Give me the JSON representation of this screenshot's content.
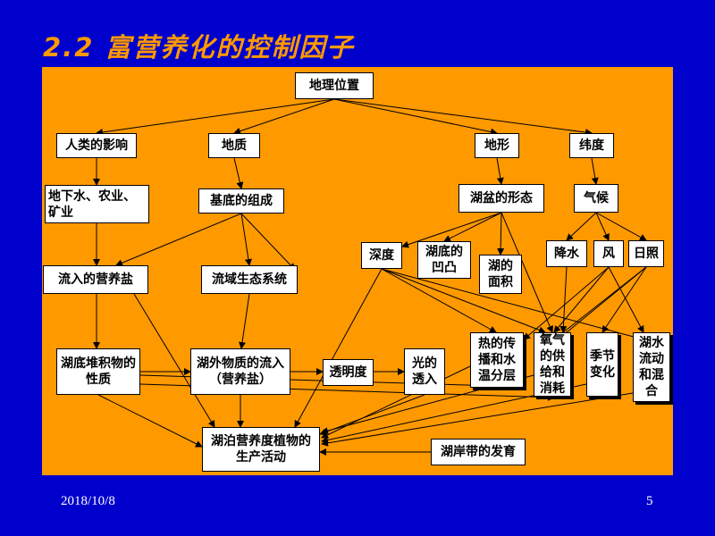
{
  "title": "2.2 富营养化的控制因子",
  "nodes": {
    "geo_location": "地理位置",
    "human_influence": "人类的影响",
    "geology": "地质",
    "landform": "地形",
    "latitude": "纬度",
    "groundwater": "地下水、农业、矿业",
    "substrate": "基底的组成",
    "basin_shape": "湖盆的形态",
    "climate": "气候",
    "depth": "深度",
    "bottom_relief": "湖底的凹凸",
    "lake_area": "湖的面积",
    "rainfall": "降水",
    "wind": "风",
    "sunlight": "日照",
    "inflow_nutrients": "流入的营养盐",
    "watershed_eco": "流域生态系统",
    "sediment": "湖底堆积物的性质",
    "external_input": "湖外物质的流入（营养盐）",
    "transparency": "透明度",
    "light_penetration": "光的透入",
    "heat_transfer": "热的传播和水温分层",
    "oxygen": "氧气的供给和消耗",
    "seasonal": "季节变化",
    "water_flow": "湖水流动和混合",
    "productivity": "湖泊营养度植物的生产活动",
    "littoral": "湖岸带的发育"
  },
  "footer": {
    "date": "2018/10/8",
    "page": "5"
  },
  "colors": {
    "background": "#0000CC",
    "panel": "#FF9900",
    "title": "#FF9900"
  }
}
